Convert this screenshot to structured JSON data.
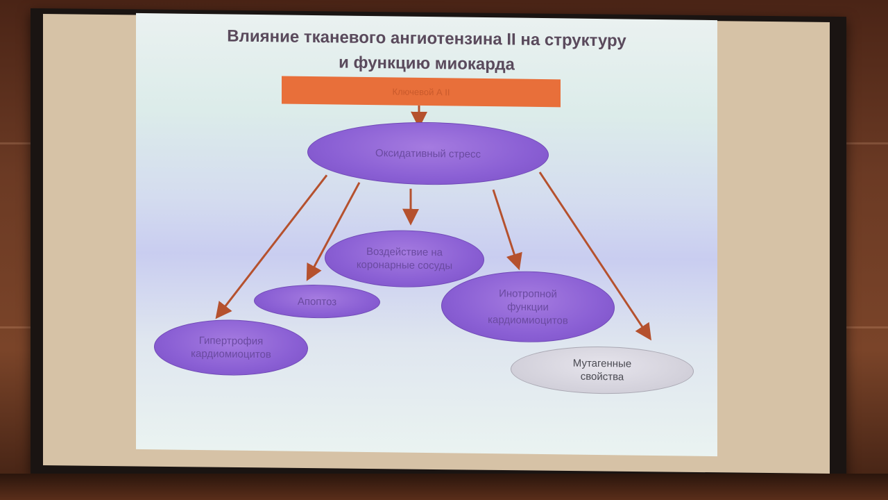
{
  "slide": {
    "title_line1": "Влияние тканевого  ангиотензина II на структуру",
    "title_line2": "и функцию миокарда",
    "banner_text": "Ключевой А II",
    "nodes": {
      "oxidative_stress": "Оксидативный стресс",
      "coronary": [
        "Воздействие на",
        "коронарные сосуды"
      ],
      "apoptosis": "Апоптоз",
      "inotropic": [
        "Инотропной",
        "функции",
        "кардиомиоцитов"
      ],
      "hypertrophy": [
        "Гипертрофия",
        "кардиомиоцитов"
      ],
      "mutagenic": [
        "Мутагенные",
        "свойства"
      ]
    }
  },
  "colors": {
    "banner": "#e86f3a",
    "node_purple": "#8a5fd4",
    "node_grey": "#d2d0da",
    "arrow": "#b5512e"
  }
}
